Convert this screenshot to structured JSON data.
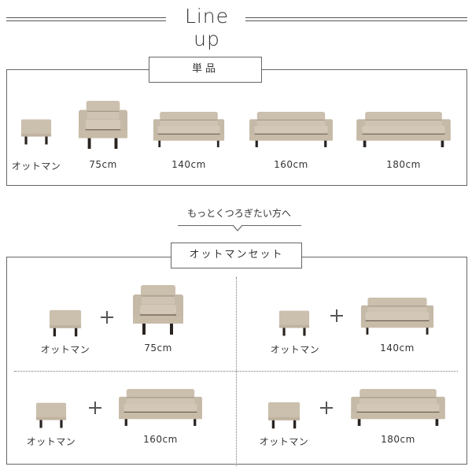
{
  "title": "Line up",
  "single": {
    "label": "単品",
    "items": [
      {
        "caption": "オットマン",
        "type": "ottoman"
      },
      {
        "caption": "75cm",
        "type": "sofa-75"
      },
      {
        "caption": "140cm",
        "type": "sofa-140"
      },
      {
        "caption": "160cm",
        "type": "sofa-160"
      },
      {
        "caption": "180cm",
        "type": "sofa-180"
      }
    ]
  },
  "sub_heading": "もっとくつろぎたい方へ",
  "set": {
    "label": "オットマンセット",
    "plus_symbol": "+",
    "combos": [
      {
        "ottoman_caption": "オットマン",
        "sofa_caption": "75cm"
      },
      {
        "ottoman_caption": "オットマン",
        "sofa_caption": "140cm"
      },
      {
        "ottoman_caption": "オットマン",
        "sofa_caption": "160cm"
      },
      {
        "ottoman_caption": "オットマン",
        "sofa_caption": "180cm"
      }
    ]
  },
  "colors": {
    "fabric": "#cbbfae",
    "fabric_dark": "#b8ab98",
    "leg": "#2a2420",
    "line": "#666666",
    "text": "#333333"
  }
}
